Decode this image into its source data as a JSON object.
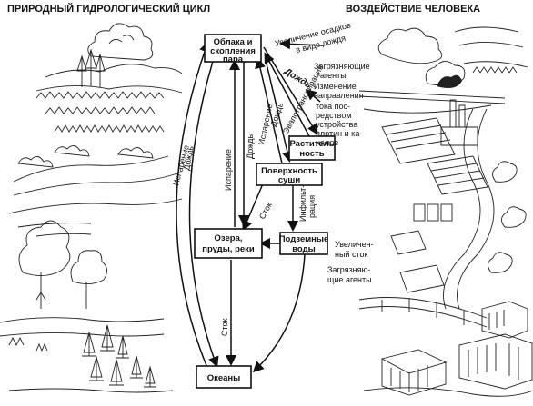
{
  "titles": {
    "left": "ПРИРОДНЫЙ ГИДРОЛОГИЧЕСКИЙ ЦИКЛ",
    "right": "ВОЗДЕЙСТВИЕ ЧЕЛОВЕКА"
  },
  "boxes": {
    "clouds": [
      "Облака и",
      "скопления",
      "пара"
    ],
    "vegetation": [
      "Раститель",
      "ность"
    ],
    "land_surface": [
      "Поверхность",
      "суши"
    ],
    "groundwater": [
      "Подземные",
      "воды"
    ],
    "lakes": [
      "Озера,",
      "пруды, реки"
    ],
    "oceans": "Океаны"
  },
  "arrow_labels": {
    "evaporation_left": "Испарение",
    "rain_left": "Дождь",
    "evaporation_center": "Испарение",
    "rain_center": "Дождь",
    "evapotranspiration": "Эвапотранспирация",
    "evaporation_right": "Испарение",
    "rain_right": "Дождь",
    "rain_diag": "Дождь",
    "runoff_center": "Сток",
    "runoff_land": "Сток",
    "infiltration": [
      "Инфильт-",
      "рация"
    ]
  },
  "human_impact": {
    "rain_increase": [
      "Увеличение осадков",
      "в виде дождя"
    ],
    "pollutants_top": [
      "Загрязняющие",
      "агенты"
    ],
    "direction_change": [
      "Изменение",
      "направления"
    ],
    "flow_change": [
      "тока пос-",
      "редством",
      "устройства",
      "плотин и ка-",
      "налов"
    ],
    "runoff_increase": [
      "Увеличен-",
      "ный сток"
    ],
    "pollutants_bottom": [
      "Загрязняю-",
      "щие агенты"
    ]
  }
}
